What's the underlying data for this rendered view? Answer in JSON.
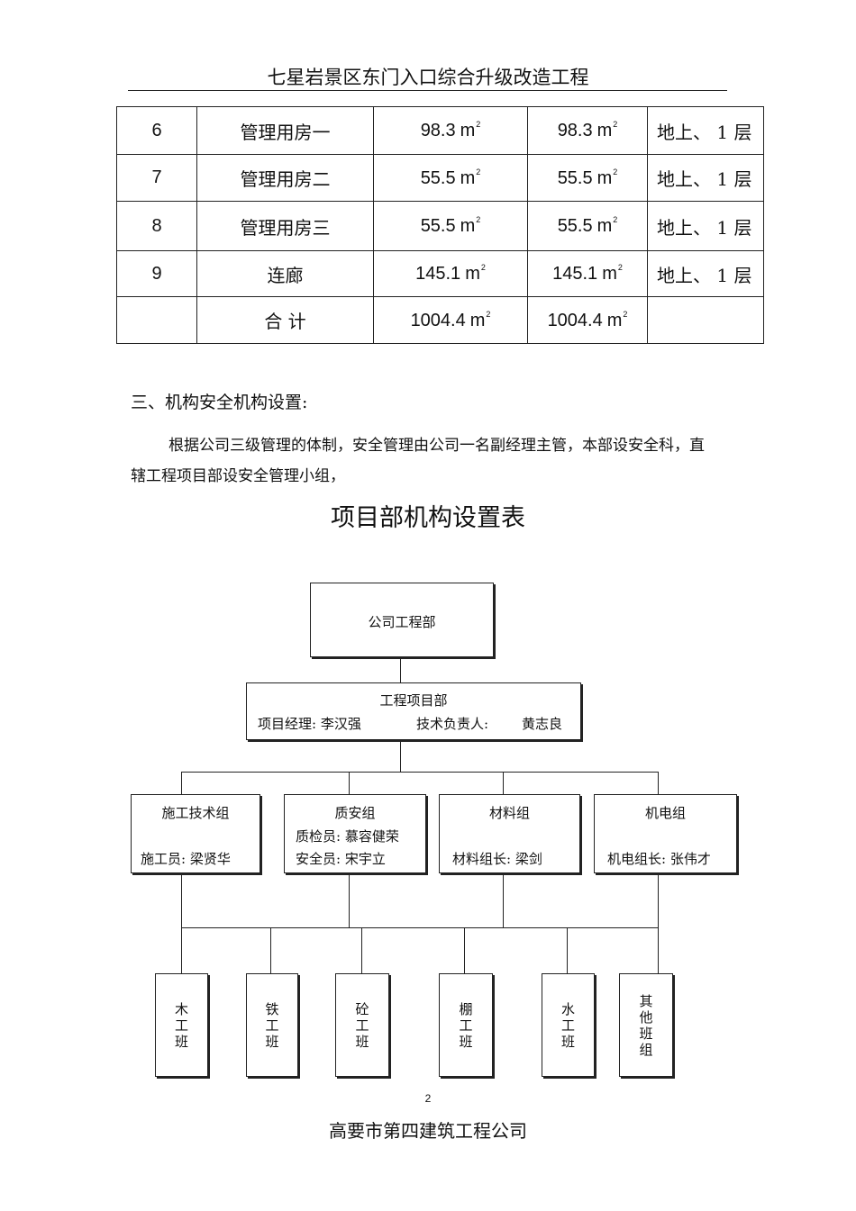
{
  "header": {
    "title": "七星岩景区东门入口综合升级改造工程"
  },
  "table": {
    "unit": "m",
    "unit_sup": "2",
    "rows": [
      {
        "no": "6",
        "name": "管理用房一",
        "area1": "98.3",
        "area2": "98.3",
        "floor": "地上、 1 层"
      },
      {
        "no": "7",
        "name": "管理用房二",
        "area1": "55.5",
        "area2": "55.5",
        "floor": "地上、 1 层"
      },
      {
        "no": "8",
        "name": "管理用房三",
        "area1": "55.5",
        "area2": "55.5",
        "floor": "地上、 1 层"
      },
      {
        "no": "9",
        "name": "连廊",
        "area1": "145.1",
        "area2": "145.1",
        "floor": "地上、 1 层"
      },
      {
        "no": "",
        "name": "合  计",
        "area1": "1004.4",
        "area2": "1004.4",
        "floor": ""
      }
    ]
  },
  "section": {
    "heading": "三、机构安全机构设置:",
    "paragraph": "根据公司三级管理的体制，安全管理由公司一名副经理主管，本部设安全科，直辖工程项目部设安全管理小组，"
  },
  "org": {
    "title": "项目部机构设置表",
    "top": "公司工程部",
    "project": {
      "name": "工程项目部",
      "manager": "项目经理: 李汉强",
      "tech_label": "技术负责人:",
      "tech_name": "黄志良"
    },
    "groups": [
      {
        "name": "施工技术组",
        "line1": "",
        "line2": "施工员: 梁贤华"
      },
      {
        "name": "质安组",
        "line1": "质检员: 慕容健荣",
        "line2": "安全员: 宋宇立"
      },
      {
        "name": "材料组",
        "line1": "",
        "line2": "材料组长: 梁剑"
      },
      {
        "name": "机电组",
        "line1": "",
        "line2": "机电组长: 张伟才"
      }
    ],
    "teams": [
      {
        "chars": [
          "木",
          "工",
          "班"
        ]
      },
      {
        "chars": [
          "铁",
          "工",
          "班"
        ]
      },
      {
        "chars": [
          "砼",
          "工",
          "班"
        ]
      },
      {
        "chars": [
          "棚",
          "工",
          "班"
        ]
      },
      {
        "chars": [
          "水",
          "工",
          "班"
        ]
      },
      {
        "chars": [
          "其",
          "他",
          "班",
          "组"
        ]
      }
    ]
  },
  "footer": {
    "page": "2",
    "company": "高要市第四建筑工程公司"
  }
}
